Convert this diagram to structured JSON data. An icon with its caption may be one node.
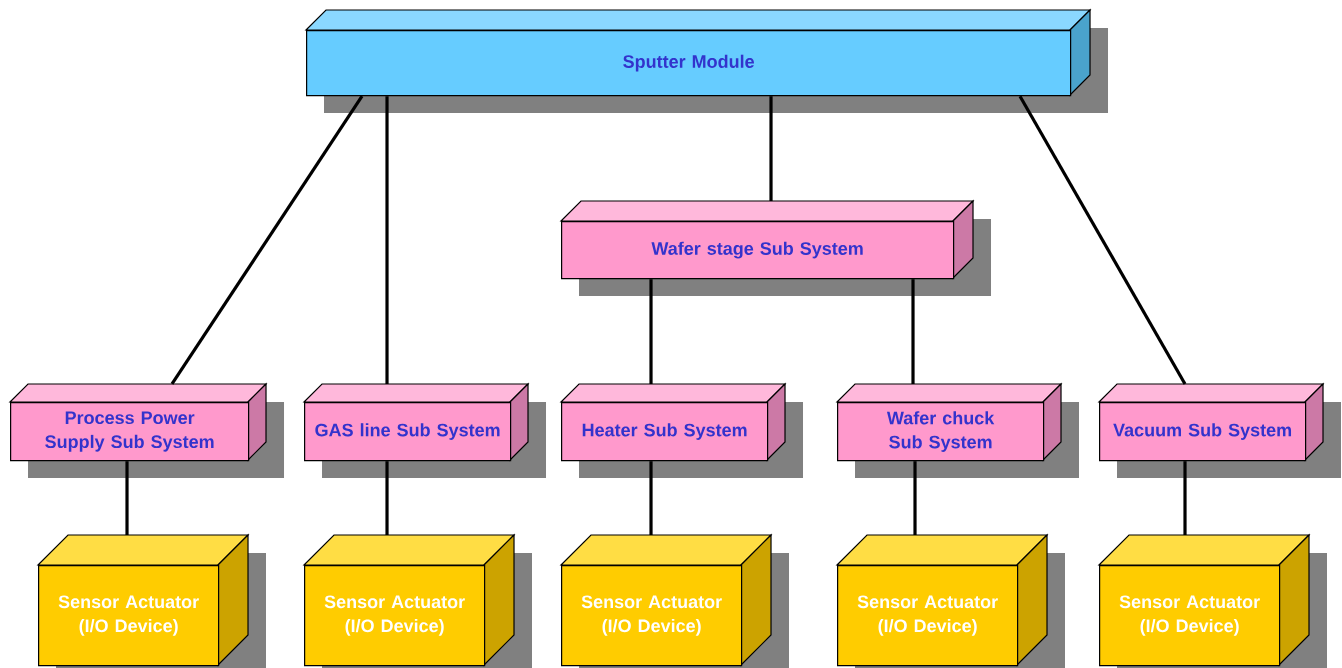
{
  "diagram": {
    "nodes": [
      {
        "text": [
          "Sputter Module"
        ]
      },
      {
        "text": [
          "Wafer stage Sub System"
        ]
      },
      {
        "text": [
          "Process Power Supply Sub System"
        ]
      },
      {
        "text": [
          "GAS line Sub System"
        ]
      },
      {
        "text": [
          "Heater Sub System"
        ]
      },
      {
        "text": [
          "Wafer chuck Sub System"
        ]
      },
      {
        "text": [
          "Vacuum Sub System"
        ]
      },
      {
        "text": [
          "Sensor Actuator (I/O Device)"
        ]
      },
      {
        "text": [
          "Sensor Actuator (I/O Device)"
        ]
      },
      {
        "text": [
          "Sensor Actuator (I/O Device)"
        ]
      },
      {
        "text": [
          "Sensor Actuator (I/O Device)"
        ]
      },
      {
        "text": [
          "Sensor Actuator (I/O Device)"
        ]
      }
    ],
    "edges": [
      {
        "from": 0,
        "to": 2,
        "arrow": "none"
      },
      {
        "from": 0,
        "to": 3,
        "arrow": "none"
      },
      {
        "from": 0,
        "to": 1,
        "arrow": "none"
      },
      {
        "from": 0,
        "to": 6,
        "arrow": "none"
      },
      {
        "from": 1,
        "to": 4,
        "arrow": "none"
      },
      {
        "from": 1,
        "to": 5,
        "arrow": "none"
      },
      {
        "from": 2,
        "to": 7,
        "arrow": "none"
      },
      {
        "from": 3,
        "to": 8,
        "arrow": "none"
      },
      {
        "from": 4,
        "to": 9,
        "arrow": "none"
      },
      {
        "from": 5,
        "to": 10,
        "arrow": "none"
      },
      {
        "from": 6,
        "to": 11,
        "arrow": "none"
      }
    ]
  }
}
